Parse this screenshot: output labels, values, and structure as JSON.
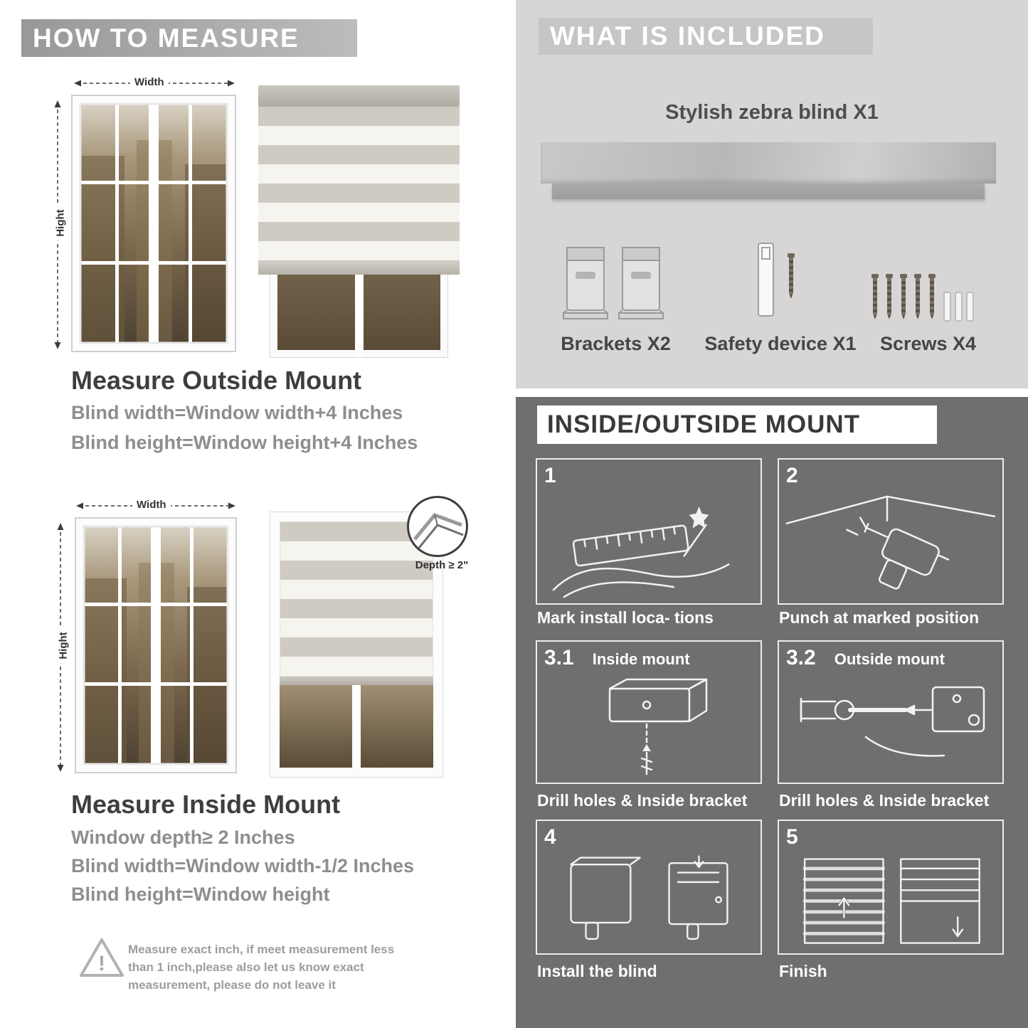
{
  "left": {
    "header": "HOW TO MEASURE",
    "outside": {
      "width_label": "Width",
      "height_label": "Hight",
      "title": "Measure Outside Mount",
      "formula1": "Blind width=Window width+4 Inches",
      "formula2": "Blind height=Window height+4 Inches"
    },
    "inside": {
      "width_label": "Width",
      "height_label": "Hight",
      "depth_note": "Depth ≥ 2\"",
      "title": "Measure Inside Mount",
      "formula1": "Window depth≥ 2 Inches",
      "formula2": "Blind width=Window width-1/2 Inches",
      "formula3": "Blind height=Window height"
    },
    "warning": {
      "mark": "!",
      "line1": "Measure exact inch, if meet measurement less",
      "line2": "than 1 inch,please also let us know exact",
      "line3": "measurement, please do not leave it"
    }
  },
  "right": {
    "included": {
      "header": "WHAT IS INCLUDED",
      "blind_label": "Stylish zebra blind X1",
      "item1_label": "Brackets X2",
      "item2_label": "Safety device X1",
      "item3_label": "Screws X4"
    },
    "mount": {
      "header": "INSIDE/OUTSIDE MOUNT",
      "steps": [
        {
          "num": "1",
          "label": "",
          "caption": "Mark install loca- tions"
        },
        {
          "num": "2",
          "label": "",
          "caption": "Punch at  marked position"
        },
        {
          "num": "3.1",
          "label": "Inside mount",
          "caption": "Drill holes &  Inside bracket"
        },
        {
          "num": "3.2",
          "label": "Outside mount",
          "caption": "Drill holes &  Inside bracket"
        },
        {
          "num": "4",
          "label": "",
          "caption": "Install the blind"
        },
        {
          "num": "5",
          "label": "",
          "caption": "Finish"
        }
      ]
    }
  },
  "colors": {
    "banner_gray": "#a6a6a6",
    "panel_light": "#d7d6d4",
    "panel_dark": "#706f6d",
    "heading_dark": "#3e3e3e",
    "body_gray": "#8e8e8e"
  }
}
